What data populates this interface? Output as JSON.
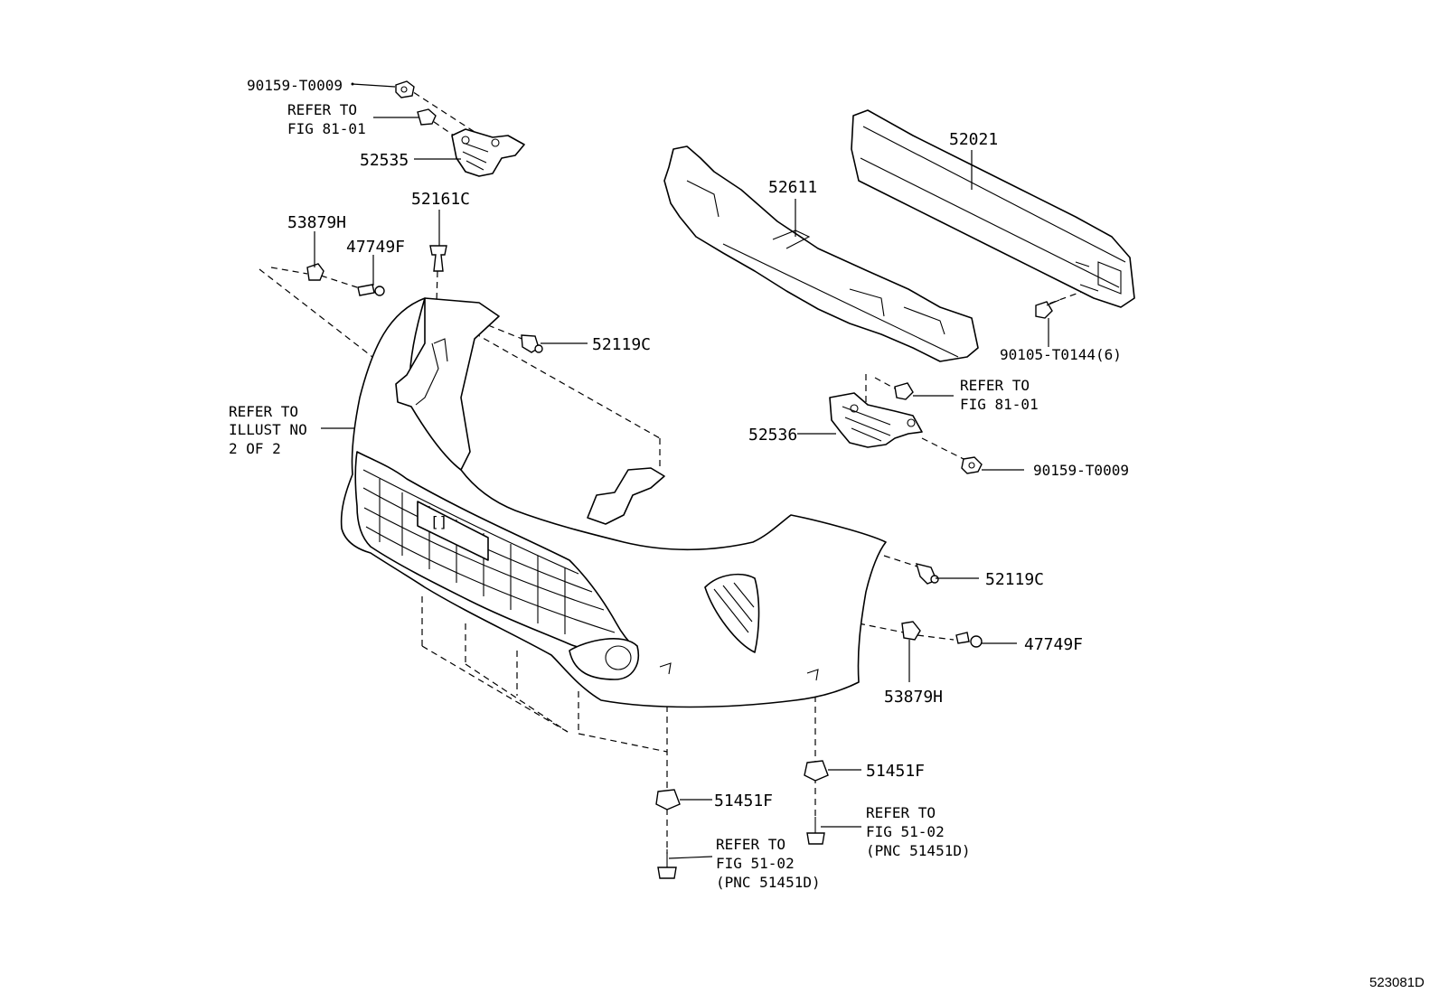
{
  "figure_id": "523081D",
  "callouts": {
    "nut_top_left": "90159-T0009",
    "refer_fig_8101_top": [
      "REFER TO",
      "FIG 81-01"
    ],
    "retainer_left": "52535",
    "clip_52161c": "52161C",
    "nut_53879h_left": "53879H",
    "screw_47749f_left": "47749F",
    "clip_52119c_top": "52119C",
    "refer_illust": [
      "REFER TO",
      "ILLUST NO",
      "2 OF 2"
    ],
    "reinforcement": "52021",
    "absorber": "52611",
    "bolt_90105": "90105-T0144(6)",
    "refer_fig_8101_right": [
      "REFER TO",
      "FIG 81-01"
    ],
    "retainer_right": "52536",
    "nut_right": "90159-T0009",
    "clip_52119c_right": "52119C",
    "screw_47749f_right": "47749F",
    "nut_53879h_right": "53879H",
    "nut_51451f_bottom_left": "51451F",
    "refer_fig_5102_bottom_left": [
      "REFER TO",
      "FIG 51-02",
      "(PNC 51451D)"
    ],
    "nut_51451f_bottom_right": "51451F",
    "refer_fig_5102_bottom_right": [
      "REFER TO",
      "FIG 51-02",
      "(PNC 51451D)"
    ]
  }
}
